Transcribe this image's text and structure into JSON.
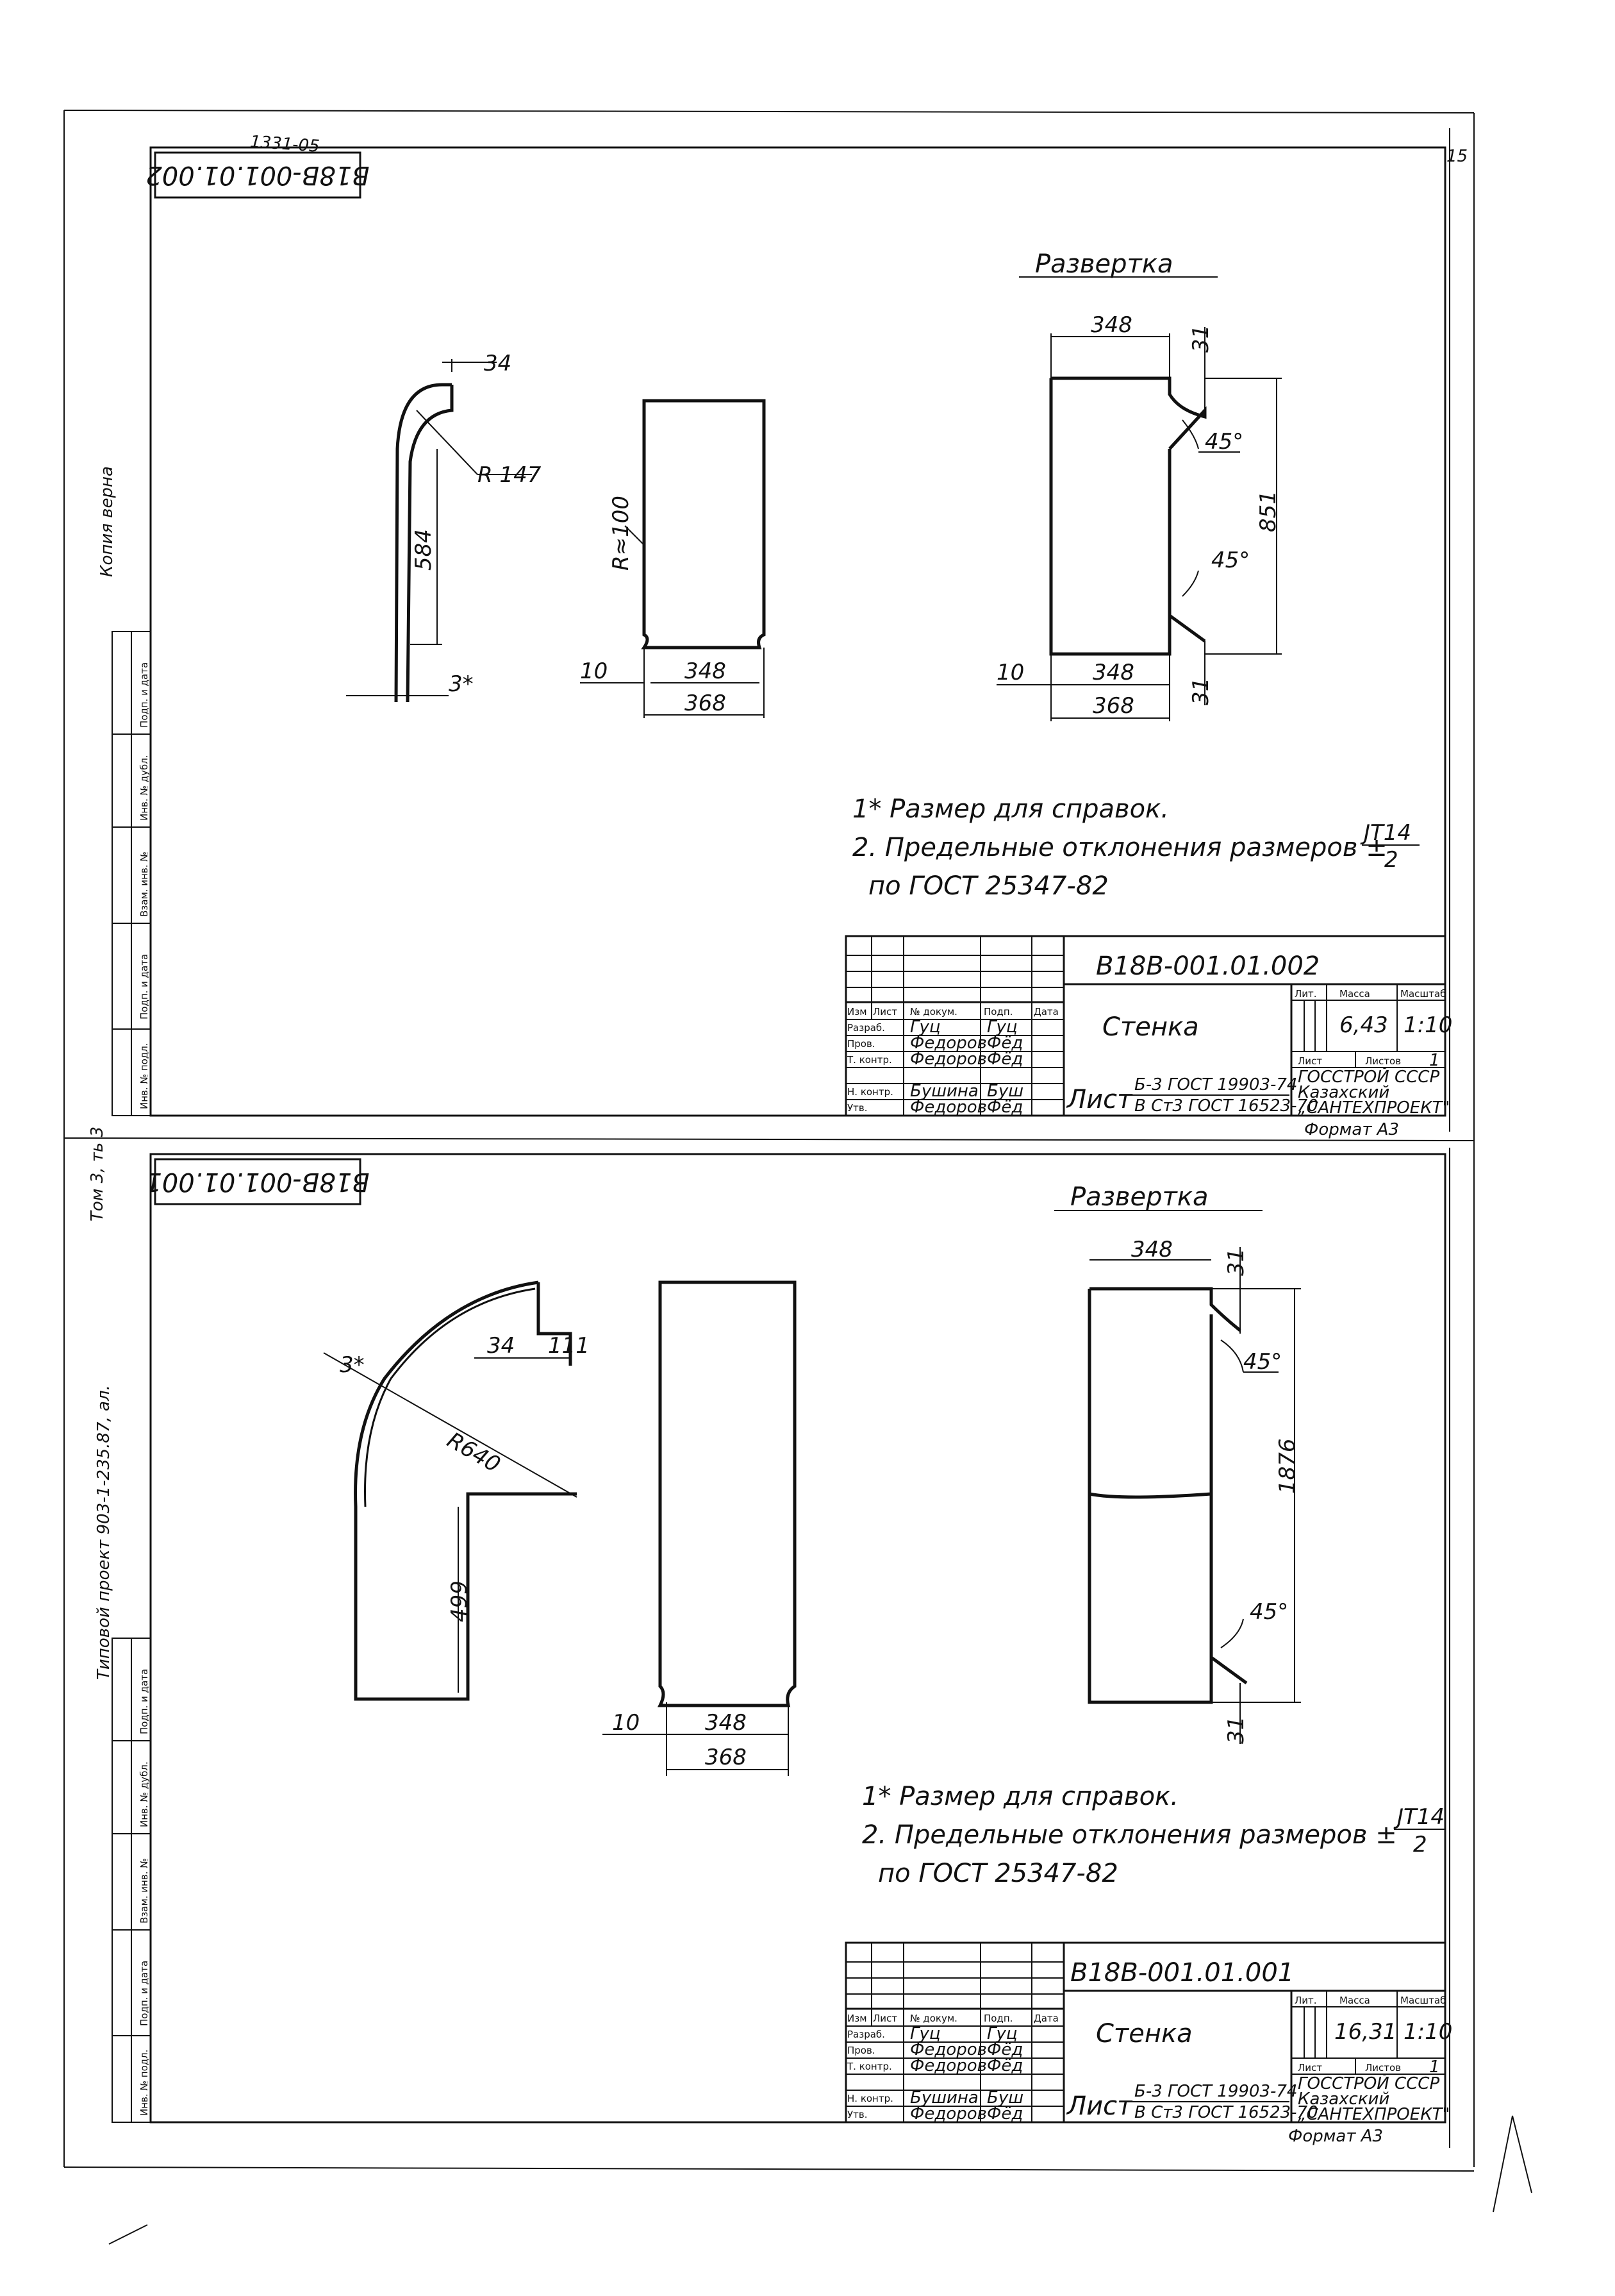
{
  "page": {
    "top_number": "1331-05",
    "sheet_number": "15",
    "side_stamps": {
      "copy_verified": "Копия верна",
      "typical_project": "Типовой проект 903-1-235.87, ал.",
      "album_volume": "Том 3, ть 3"
    },
    "side_table_labels": [
      "Инв. № подл.",
      "Подп. и дата",
      "Взам. инв. №",
      "Инв. № дубл.",
      "Подп. и дата"
    ]
  },
  "drawings": [
    {
      "id": "upper",
      "mirror_code": "В18В-001.01.002",
      "unfold_title": "Развертка",
      "dimensions": {
        "profile_top": "34",
        "profile_radius": "R 147",
        "profile_height": "584",
        "profile_thickness": "3*",
        "sheet_radius": "R≈100",
        "sheet_inner_width": "348",
        "sheet_outer_width": "368",
        "sheet_offset": "10",
        "unfold_inner_width": "348",
        "unfold_outer_width": "368",
        "unfold_top_width": "348",
        "unfold_offset": "10",
        "unfold_height": "851",
        "notch_top": "31",
        "notch_bottom": "31",
        "angle_top": "45°",
        "angle_bottom": "45°"
      },
      "notes": [
        "1* Размер для справок.",
        "2. Предельные отклонения размеров ±",
        "по ГОСТ 25347-82"
      ],
      "tolerance": {
        "numerator": "JT14",
        "denominator": "2"
      },
      "title_block": {
        "designation": "В18В-001.01.002",
        "name": "Стенка",
        "mass": "6,43",
        "scale": "1:10",
        "sheets_total": "1",
        "head": {
          "izm": "Изм",
          "list": "Лист",
          "doc": "№ докум.",
          "sign": "Подп.",
          "date": "Дата"
        },
        "col_lit": "Лит.",
        "col_mass": "Масса",
        "col_scale": "Масштаб",
        "sheet_label": "Лист",
        "sheets_label": "Листов",
        "roles": [
          {
            "role": "Разраб.",
            "name": "Гуц",
            "sign": "Гуц"
          },
          {
            "role": "Пров.",
            "name": "Федоров",
            "sign": "Фёд"
          },
          {
            "role": "Т. контр.",
            "name": "Федоров",
            "sign": "Фёд"
          },
          {
            "role": "",
            "name": "",
            "sign": ""
          },
          {
            "role": "Н. контр.",
            "name": "Бушина",
            "sign": "Буш"
          },
          {
            "role": "Утв.",
            "name": "Федоров",
            "sign": "Фёд"
          }
        ],
        "material_prefix": "Лист",
        "material_top": "Б-3 ГОСТ 19903-74",
        "material_bottom": "В Ст3 ГОСТ 16523-70",
        "org_lines": [
          "ГОССТРОЙ СССР",
          "Казахский",
          "„САНТЕХПРОЕКТ\""
        ],
        "format": "Формат А3"
      }
    },
    {
      "id": "lower",
      "mirror_code": "В18В-001.01.001",
      "unfold_title": "Развертка",
      "dimensions": {
        "profile_thickness": "3*",
        "profile_radius": "R640",
        "profile_top_a": "34",
        "profile_top_b": "111",
        "profile_height": "499",
        "sheet_inner_width": "348",
        "sheet_outer_width": "368",
        "sheet_offset": "10",
        "unfold_top_width": "348",
        "unfold_height": "1876",
        "notch_top": "31",
        "notch_bottom": "31",
        "angle_top": "45°",
        "angle_bottom": "45°"
      },
      "notes": [
        "1* Размер для справок.",
        "2. Предельные отклонения размеров ±",
        "по ГОСТ 25347-82"
      ],
      "tolerance": {
        "numerator": "JT14",
        "denominator": "2"
      },
      "title_block": {
        "designation": "В18В-001.01.001",
        "name": "Стенка",
        "mass": "16,31",
        "scale": "1:10",
        "sheets_total": "1",
        "head": {
          "izm": "Изм",
          "list": "Лист",
          "doc": "№ докум.",
          "sign": "Подп.",
          "date": "Дата"
        },
        "col_lit": "Лит.",
        "col_mass": "Масса",
        "col_scale": "Масштаб",
        "sheet_label": "Лист",
        "sheets_label": "Листов",
        "roles": [
          {
            "role": "Разраб.",
            "name": "Гуц",
            "sign": "Гуц"
          },
          {
            "role": "Пров.",
            "name": "Федоров",
            "sign": "Фёд"
          },
          {
            "role": "Т. контр.",
            "name": "Федоров",
            "sign": "Фёд"
          },
          {
            "role": "",
            "name": "",
            "sign": ""
          },
          {
            "role": "Н. контр.",
            "name": "Бушина",
            "sign": "Буш"
          },
          {
            "role": "Утв.",
            "name": "Федоров",
            "sign": "Фёд"
          }
        ],
        "material_prefix": "Лист",
        "material_top": "Б-3 ГОСТ 19903-74",
        "material_bottom": "В Ст3 ГОСТ 16523-70",
        "org_lines": [
          "ГОССТРОЙ СССР",
          "Казахский",
          "„САНТЕХПРОЕКТ\""
        ],
        "format": "Формат А3"
      }
    }
  ]
}
